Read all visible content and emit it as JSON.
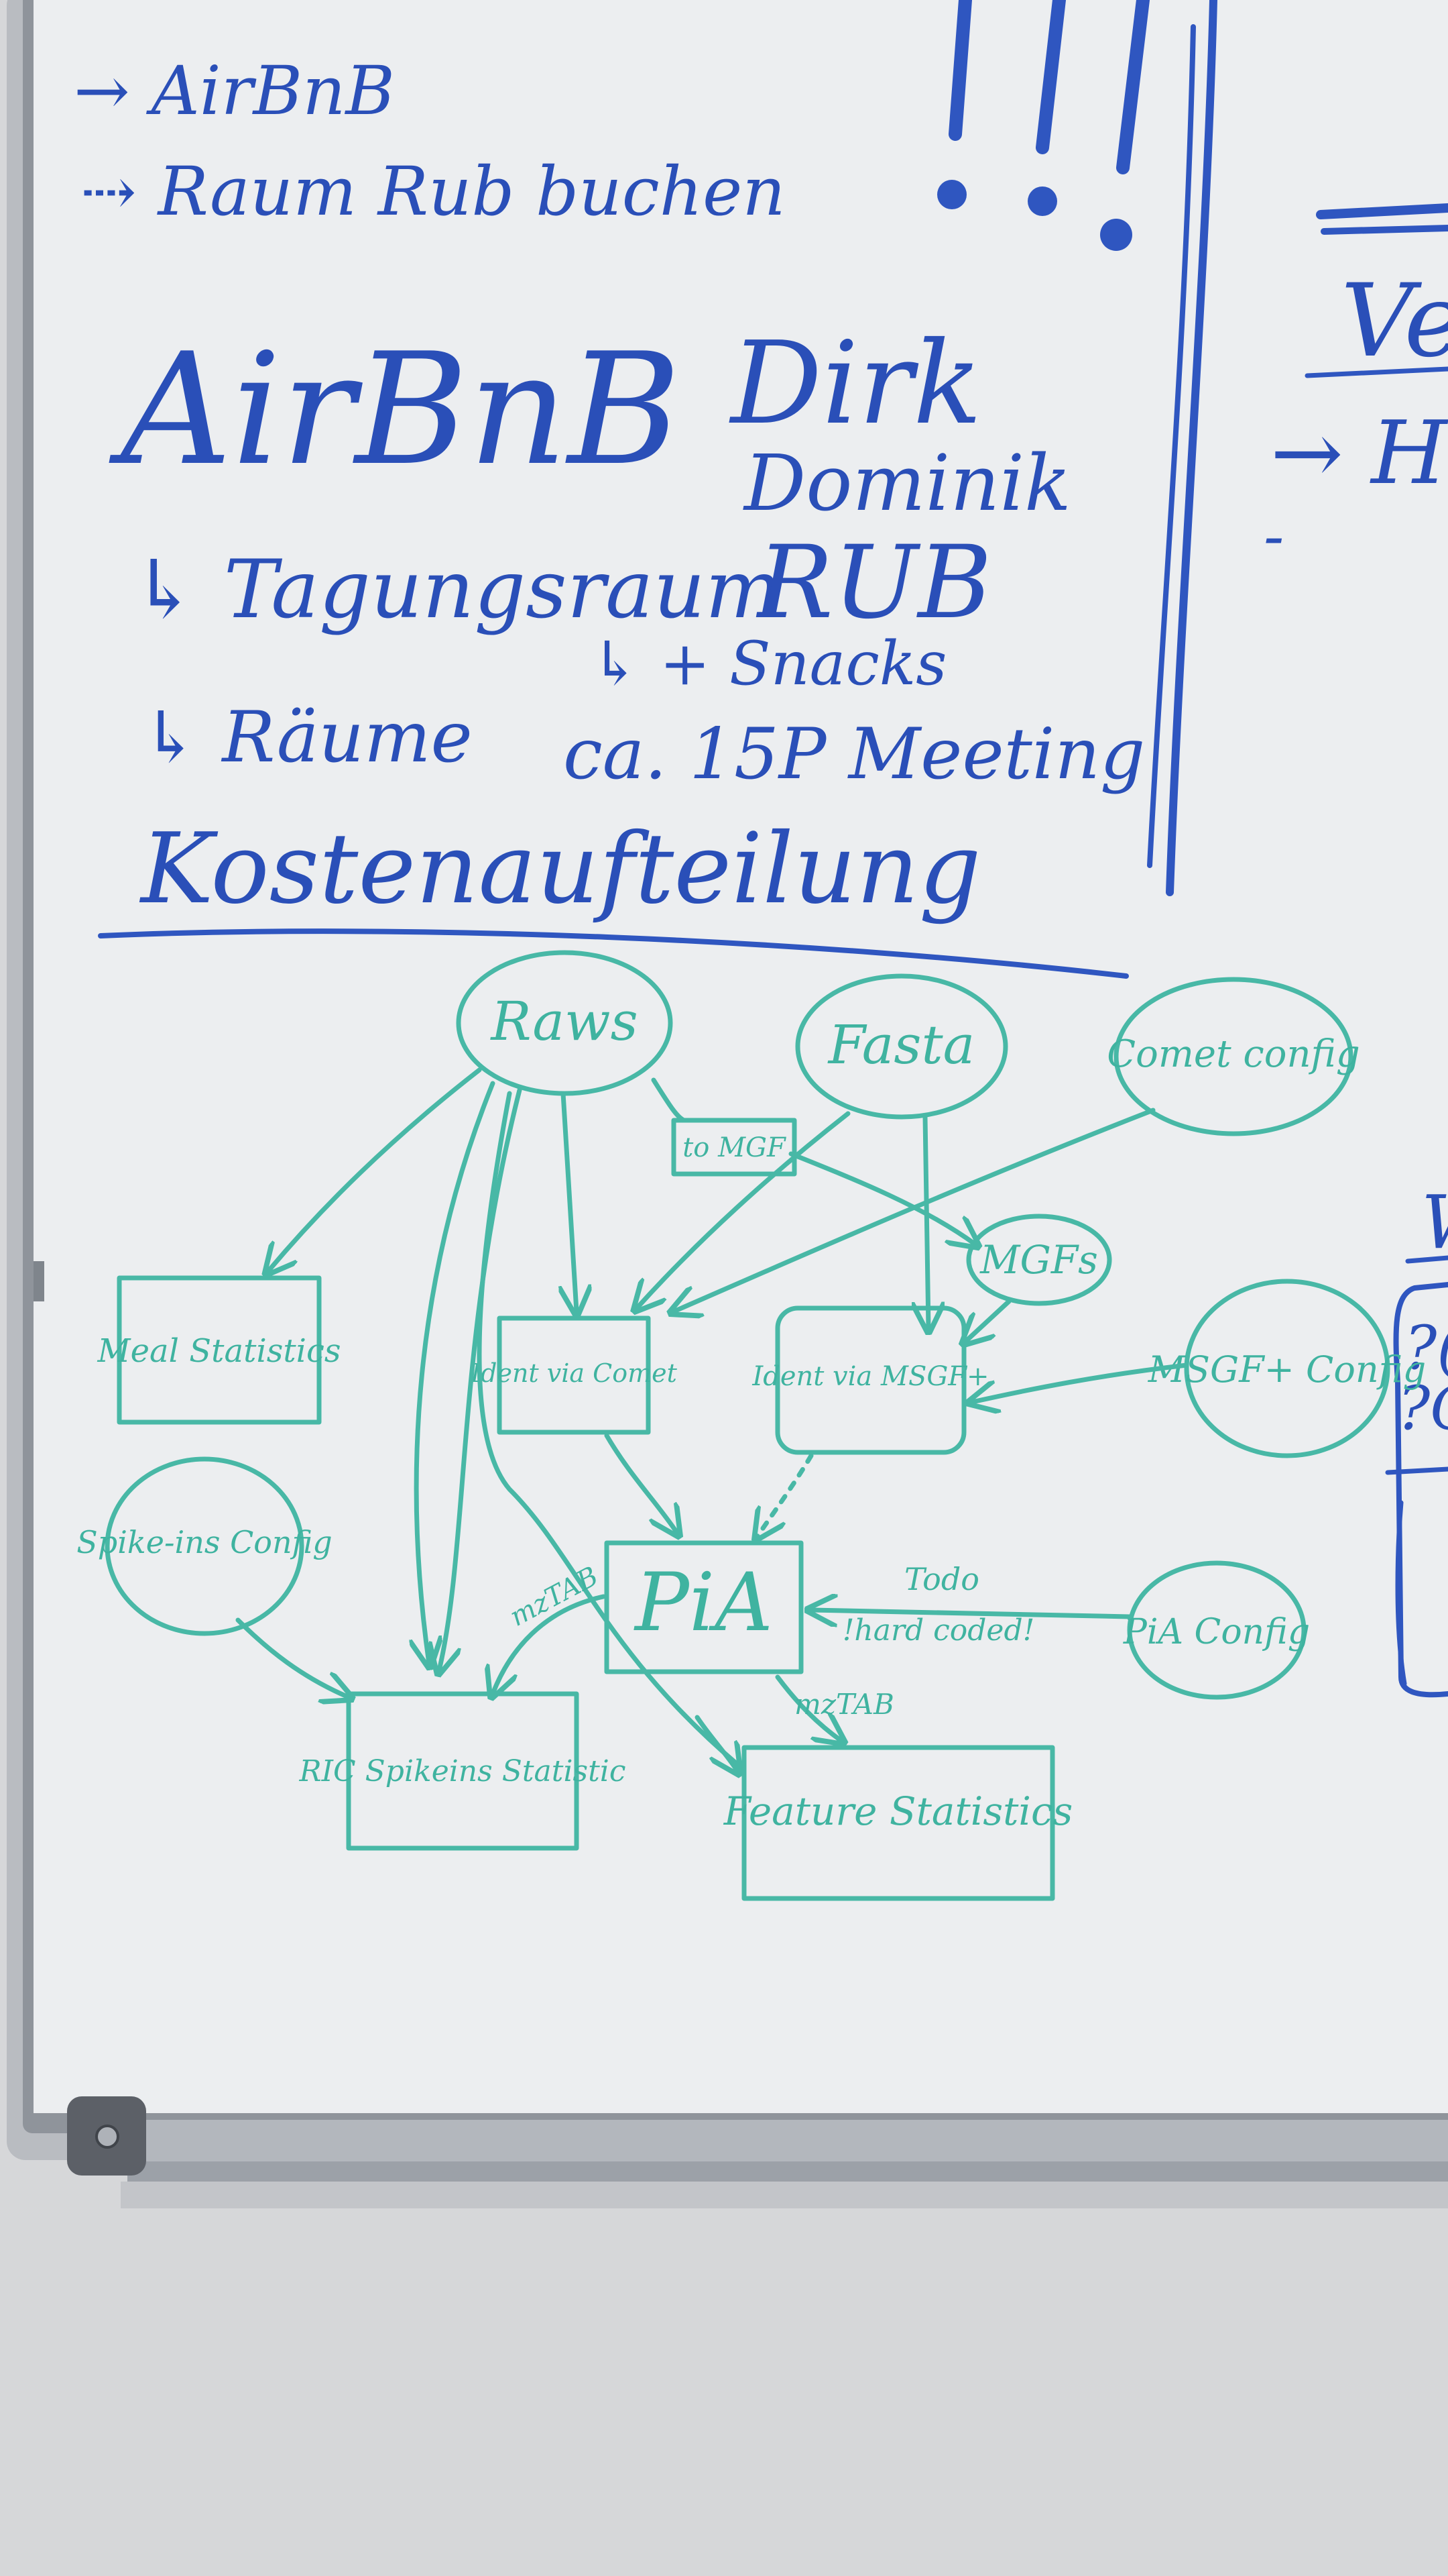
{
  "colors": {
    "wall": "#d6d7d9",
    "board": "#eeeff1",
    "frame": "#a9adb3",
    "marker_blue": "#2a4fb8",
    "marker_teal": "#3fb3a0"
  },
  "notes": {
    "line1": "→ AirBnB",
    "line2": "⇢ Raum Rub buchen",
    "exclamation": "!!!",
    "heading": "AirBnB",
    "person1": "Dirk",
    "person2": "Dominik",
    "item1": "↳ Tagungsraum",
    "item1_place": "RUB",
    "item1_sub": "↳ + Snacks",
    "item2": "↳ Räume",
    "item2_detail": "ca. 15P Meeting",
    "footer": "Kostenaufteilung"
  },
  "right_edge": {
    "title": "Ve",
    "item1": "→ Ho",
    "item2": "-",
    "item3": "W",
    "item4": "?(",
    "item5": "?C"
  },
  "diagram": {
    "nodes": {
      "raws": "Raws",
      "fasta": "Fasta",
      "comet_config": "Comet config",
      "to_mgf": "to MGF",
      "mgfs": "MGFs",
      "meal_statistics": "Meal Statistics",
      "ident_comet": "Ident via Comet",
      "ident_msgf": "Ident via MSGF+",
      "msgf_config": "MSGF+ Config",
      "spike_config": "Spike-ins Config",
      "pia": "PiA",
      "pia_config": "PiA Config",
      "ric_statistic": "RIC Spikeins Statistic",
      "feature_statistics": "Feature Statistics"
    },
    "edge_labels": {
      "mztab_left": "mzTAB",
      "mztab_right": "mzTAB",
      "todo": "Todo",
      "hard_coded": "!hard coded!"
    }
  }
}
